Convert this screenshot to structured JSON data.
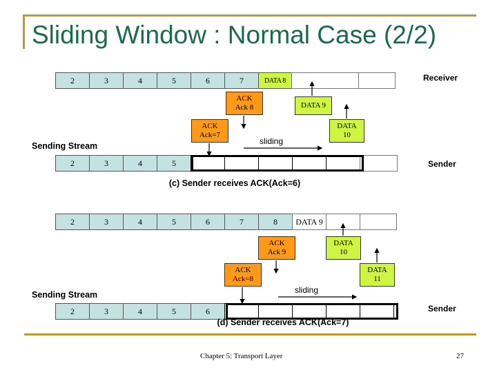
{
  "slide": {
    "title": "Sliding Window : Normal Case (2/2)",
    "accent_color": "#bf9b22",
    "title_color": "#1a6b4a",
    "shaded_cell_color": "#c5e2e2",
    "data_box_color": "#cdf542",
    "ack_box_color": "#ff9a19"
  },
  "footer": {
    "text": "Chapter 5: Transport Layer",
    "page": "27"
  },
  "labels": {
    "receiver": "Receiver",
    "sender": "Sender",
    "sending_stream": "Sending Stream",
    "sliding": "sliding"
  },
  "diagram_c": {
    "caption": "(c) Sender receives ACK(Ack=6)",
    "receiver_row": [
      {
        "label": "2",
        "type": "shaded"
      },
      {
        "label": "3",
        "type": "shaded"
      },
      {
        "label": "4",
        "type": "shaded"
      },
      {
        "label": "5",
        "type": "shaded"
      },
      {
        "label": "6",
        "type": "shaded"
      },
      {
        "label": "7",
        "type": "shaded"
      },
      {
        "label": "DATA 8",
        "type": "data"
      },
      {
        "label": "",
        "type": "plain"
      },
      {
        "label": "",
        "type": "plain"
      }
    ],
    "sender_row": [
      {
        "label": "2",
        "type": "shaded"
      },
      {
        "label": "3",
        "type": "shaded"
      },
      {
        "label": "4",
        "type": "shaded"
      },
      {
        "label": "5",
        "type": "shaded"
      },
      {
        "label": "",
        "type": "win"
      },
      {
        "label": "",
        "type": "win"
      },
      {
        "label": "",
        "type": "win"
      },
      {
        "label": "",
        "type": "win"
      },
      {
        "label": "",
        "type": "win"
      },
      {
        "label": "",
        "type": "plain"
      }
    ],
    "ack_boxes": [
      {
        "line1": "ACK",
        "line2": "Ack 8"
      },
      {
        "line1": "ACK",
        "line2": "Ack=7"
      }
    ],
    "data_boxes": [
      {
        "line1": "DATA 9",
        "line2": ""
      },
      {
        "line1": "DATA",
        "line2": "10"
      }
    ]
  },
  "diagram_d": {
    "caption": "(d) Sender receives ACK(Ack=7)",
    "receiver_row": [
      {
        "label": "2",
        "type": "shaded"
      },
      {
        "label": "3",
        "type": "shaded"
      },
      {
        "label": "4",
        "type": "shaded"
      },
      {
        "label": "5",
        "type": "shaded"
      },
      {
        "label": "6",
        "type": "shaded"
      },
      {
        "label": "7",
        "type": "shaded"
      },
      {
        "label": "8",
        "type": "shaded"
      },
      {
        "label": "DATA 9",
        "type": "plain"
      },
      {
        "label": "",
        "type": "plain"
      },
      {
        "label": "",
        "type": "plain"
      }
    ],
    "sender_row": [
      {
        "label": "2",
        "type": "shaded"
      },
      {
        "label": "3",
        "type": "shaded"
      },
      {
        "label": "4",
        "type": "shaded"
      },
      {
        "label": "5",
        "type": "shaded"
      },
      {
        "label": "6",
        "type": "shaded"
      },
      {
        "label": "",
        "type": "win"
      },
      {
        "label": "",
        "type": "win"
      },
      {
        "label": "",
        "type": "win"
      },
      {
        "label": "",
        "type": "win"
      },
      {
        "label": "",
        "type": "win"
      }
    ],
    "ack_boxes": [
      {
        "line1": "ACK",
        "line2": "Ack 9"
      },
      {
        "line1": "ACK",
        "line2": "Ack=8"
      }
    ],
    "data_boxes": [
      {
        "line1": "DATA",
        "line2": "10"
      },
      {
        "line1": "DATA",
        "line2": "11"
      }
    ]
  }
}
